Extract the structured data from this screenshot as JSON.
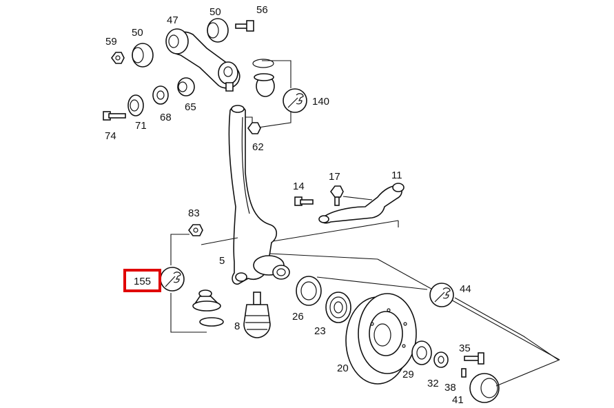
{
  "diagram": {
    "callouts": {
      "c47": "47",
      "c50a": "50",
      "c56": "56",
      "c59": "59",
      "c50b": "50",
      "c65": "65",
      "c68": "68",
      "c71": "71",
      "c74": "74",
      "c140": "140",
      "c62": "62",
      "c14": "14",
      "c17": "17",
      "c11": "11",
      "c83": "83",
      "c5": "5",
      "c155": "155",
      "c8": "8",
      "c26": "26",
      "c23": "23",
      "c44": "44",
      "c20": "20",
      "c35": "35",
      "c29": "29",
      "c32": "32",
      "c38": "38",
      "c41": "41"
    },
    "highlighted_callout": "155",
    "highlight_color": "#e00000",
    "icons": [
      "wrench-icon",
      "wrench-icon",
      "wrench-icon"
    ]
  }
}
